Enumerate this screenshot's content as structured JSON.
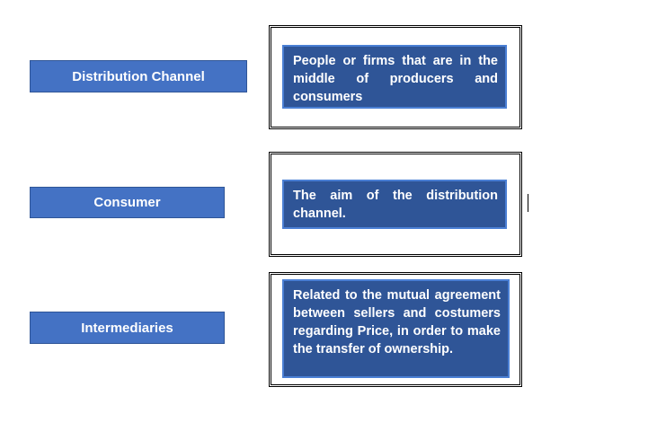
{
  "terms": [
    {
      "label": "Distribution Channel"
    },
    {
      "label": "Consumer"
    },
    {
      "label": "Intermediaries"
    }
  ],
  "definitions": [
    {
      "text": "People or firms that are in the middle of producers and consumers"
    },
    {
      "text": "The aim of the distribution channel."
    },
    {
      "text": "Related to the mutual agreement between sellers and costumers regarding Price, in order to make the transfer of ownership."
    }
  ],
  "colors": {
    "term_fill": "#4472c4",
    "definition_fill": "#2f5597",
    "frame_border": "#000000",
    "text": "#ffffff"
  }
}
